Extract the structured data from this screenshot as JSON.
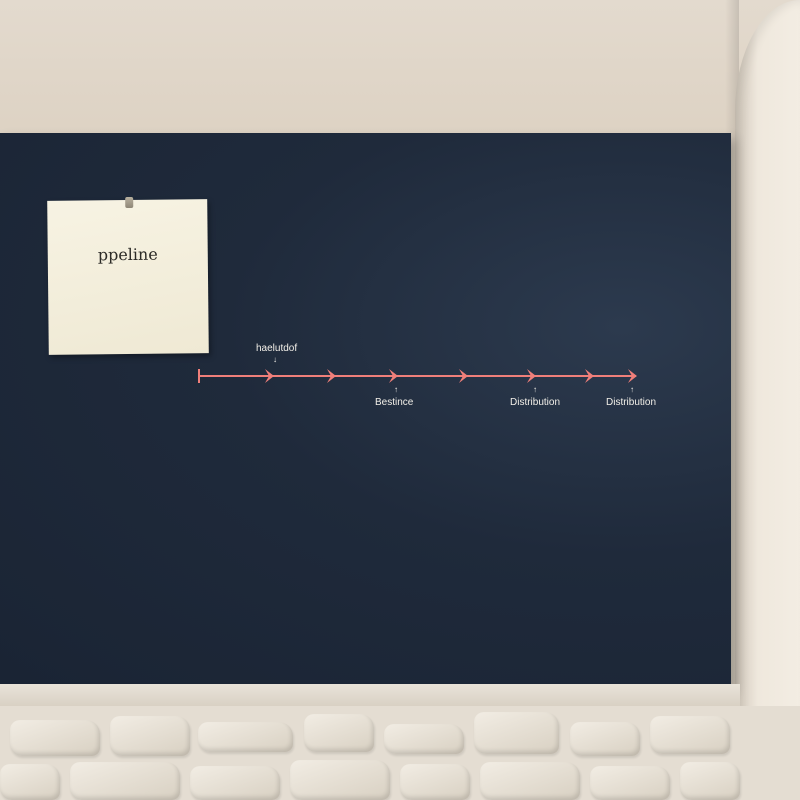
{
  "note": {
    "title": "ppeline"
  },
  "timeline": {
    "top_label": "haelutdof",
    "labels": [
      "Bestince",
      "Distribution",
      "Distribution"
    ],
    "color": "#f07f7a",
    "ink_color": "#f2efe8",
    "arrow_count": 7
  },
  "colors": {
    "board": "#1f2a3b",
    "note": "#f4f0dd",
    "wall": "#ddd3c5"
  }
}
